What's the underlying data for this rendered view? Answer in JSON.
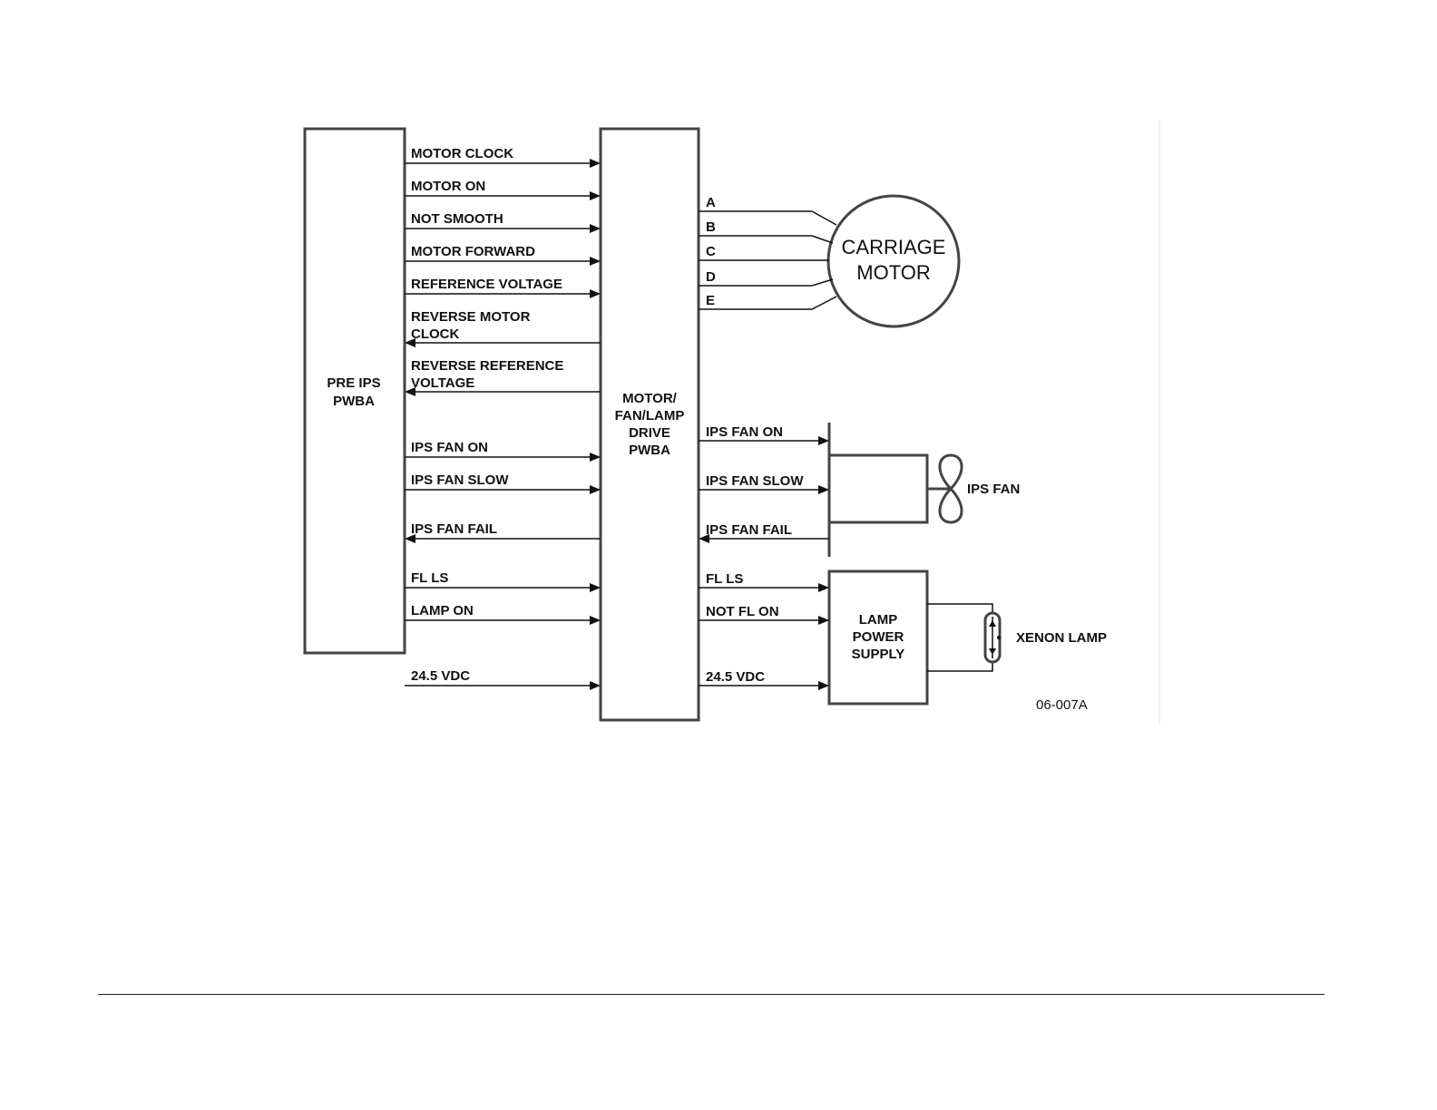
{
  "blocks": {
    "pre_ips": [
      "PRE IPS",
      "PWBA"
    ],
    "drive": [
      "MOTOR/",
      "FAN/LAMP",
      "DRIVE",
      "PWBA"
    ],
    "carriage_motor": [
      "CARRIAGE",
      "MOTOR"
    ],
    "lamp_power_supply": [
      "LAMP",
      "POWER",
      "SUPPLY"
    ],
    "ips_fan": "IPS FAN",
    "xenon_lamp": "XENON LAMP"
  },
  "left_signals": {
    "motor_clock": "MOTOR CLOCK",
    "motor_on": "MOTOR ON",
    "not_smooth": "NOT SMOOTH",
    "motor_forward": "MOTOR FORWARD",
    "reference_voltage": "REFERENCE VOLTAGE",
    "reverse_motor_clock": [
      "REVERSE MOTOR",
      "CLOCK"
    ],
    "reverse_reference_voltage": [
      "REVERSE REFERENCE",
      "VOLTAGE"
    ],
    "ips_fan_on": "IPS FAN ON",
    "ips_fan_slow": "IPS FAN SLOW",
    "ips_fan_fail": "IPS FAN FAIL",
    "fl_ls": "FL LS",
    "lamp_on": "LAMP ON",
    "vdc": "24.5 VDC"
  },
  "motor_phases": [
    "A",
    "B",
    "C",
    "D",
    "E"
  ],
  "right_signals": {
    "ips_fan_on": "IPS FAN ON",
    "ips_fan_slow": "IPS FAN SLOW",
    "ips_fan_fail": "IPS FAN FAIL",
    "fl_ls": "FL LS",
    "not_fl_on": "NOT FL ON",
    "vdc": "24.5 VDC"
  },
  "figure_id": "06-007A"
}
